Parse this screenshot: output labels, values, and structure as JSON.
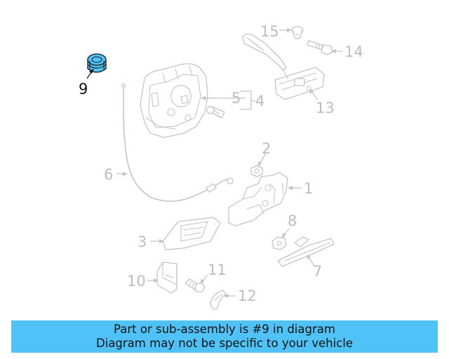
{
  "diagram": {
    "callouts": [
      {
        "id": "9",
        "highlighted": true
      },
      {
        "id": "15"
      },
      {
        "id": "14"
      },
      {
        "id": "5"
      },
      {
        "id": "4"
      },
      {
        "id": "13"
      },
      {
        "id": "6"
      },
      {
        "id": "2"
      },
      {
        "id": "1"
      },
      {
        "id": "8"
      },
      {
        "id": "3"
      },
      {
        "id": "7"
      },
      {
        "id": "10"
      },
      {
        "id": "11"
      },
      {
        "id": "12"
      }
    ],
    "colors": {
      "highlight": "#4fc3f7",
      "parts": "#c4c4c4",
      "labels": "#bdbdbd"
    }
  },
  "banner": {
    "line1": "Part or sub-assembly is #9 in diagram",
    "line2": "Diagram may not be specific to your vehicle"
  }
}
